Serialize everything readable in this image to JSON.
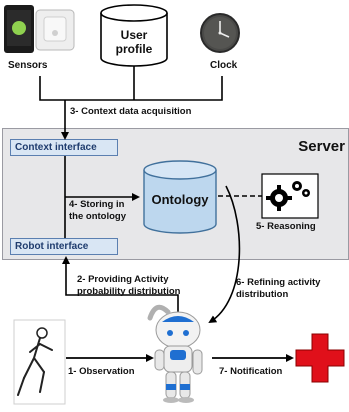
{
  "nodes": {
    "sensors_label": "Sensors",
    "user_profile_label": "User\nprofile",
    "clock_label": "Clock",
    "server_label": "Server",
    "context_interface_label": "Context interface",
    "robot_interface_label": "Robot interface",
    "ontology_label": "Ontology",
    "reasoning_label": "5- Reasoning"
  },
  "steps": {
    "step3": "3- Context data acquisition",
    "step4": "4- Storing in\nthe ontology",
    "step2": "2- Providing Activity\nprobability distribution",
    "step6": "6- Refining activity\ndistribution",
    "step1": "1- Observation",
    "step7": "7- Notification"
  },
  "colors": {
    "server_bg": "#e7e7e9",
    "interface_bg": "#d9e6f4",
    "ontology_fill": "#bdd7ee",
    "cross": "#e0101a",
    "robot_blue": "#1f6fd1"
  }
}
